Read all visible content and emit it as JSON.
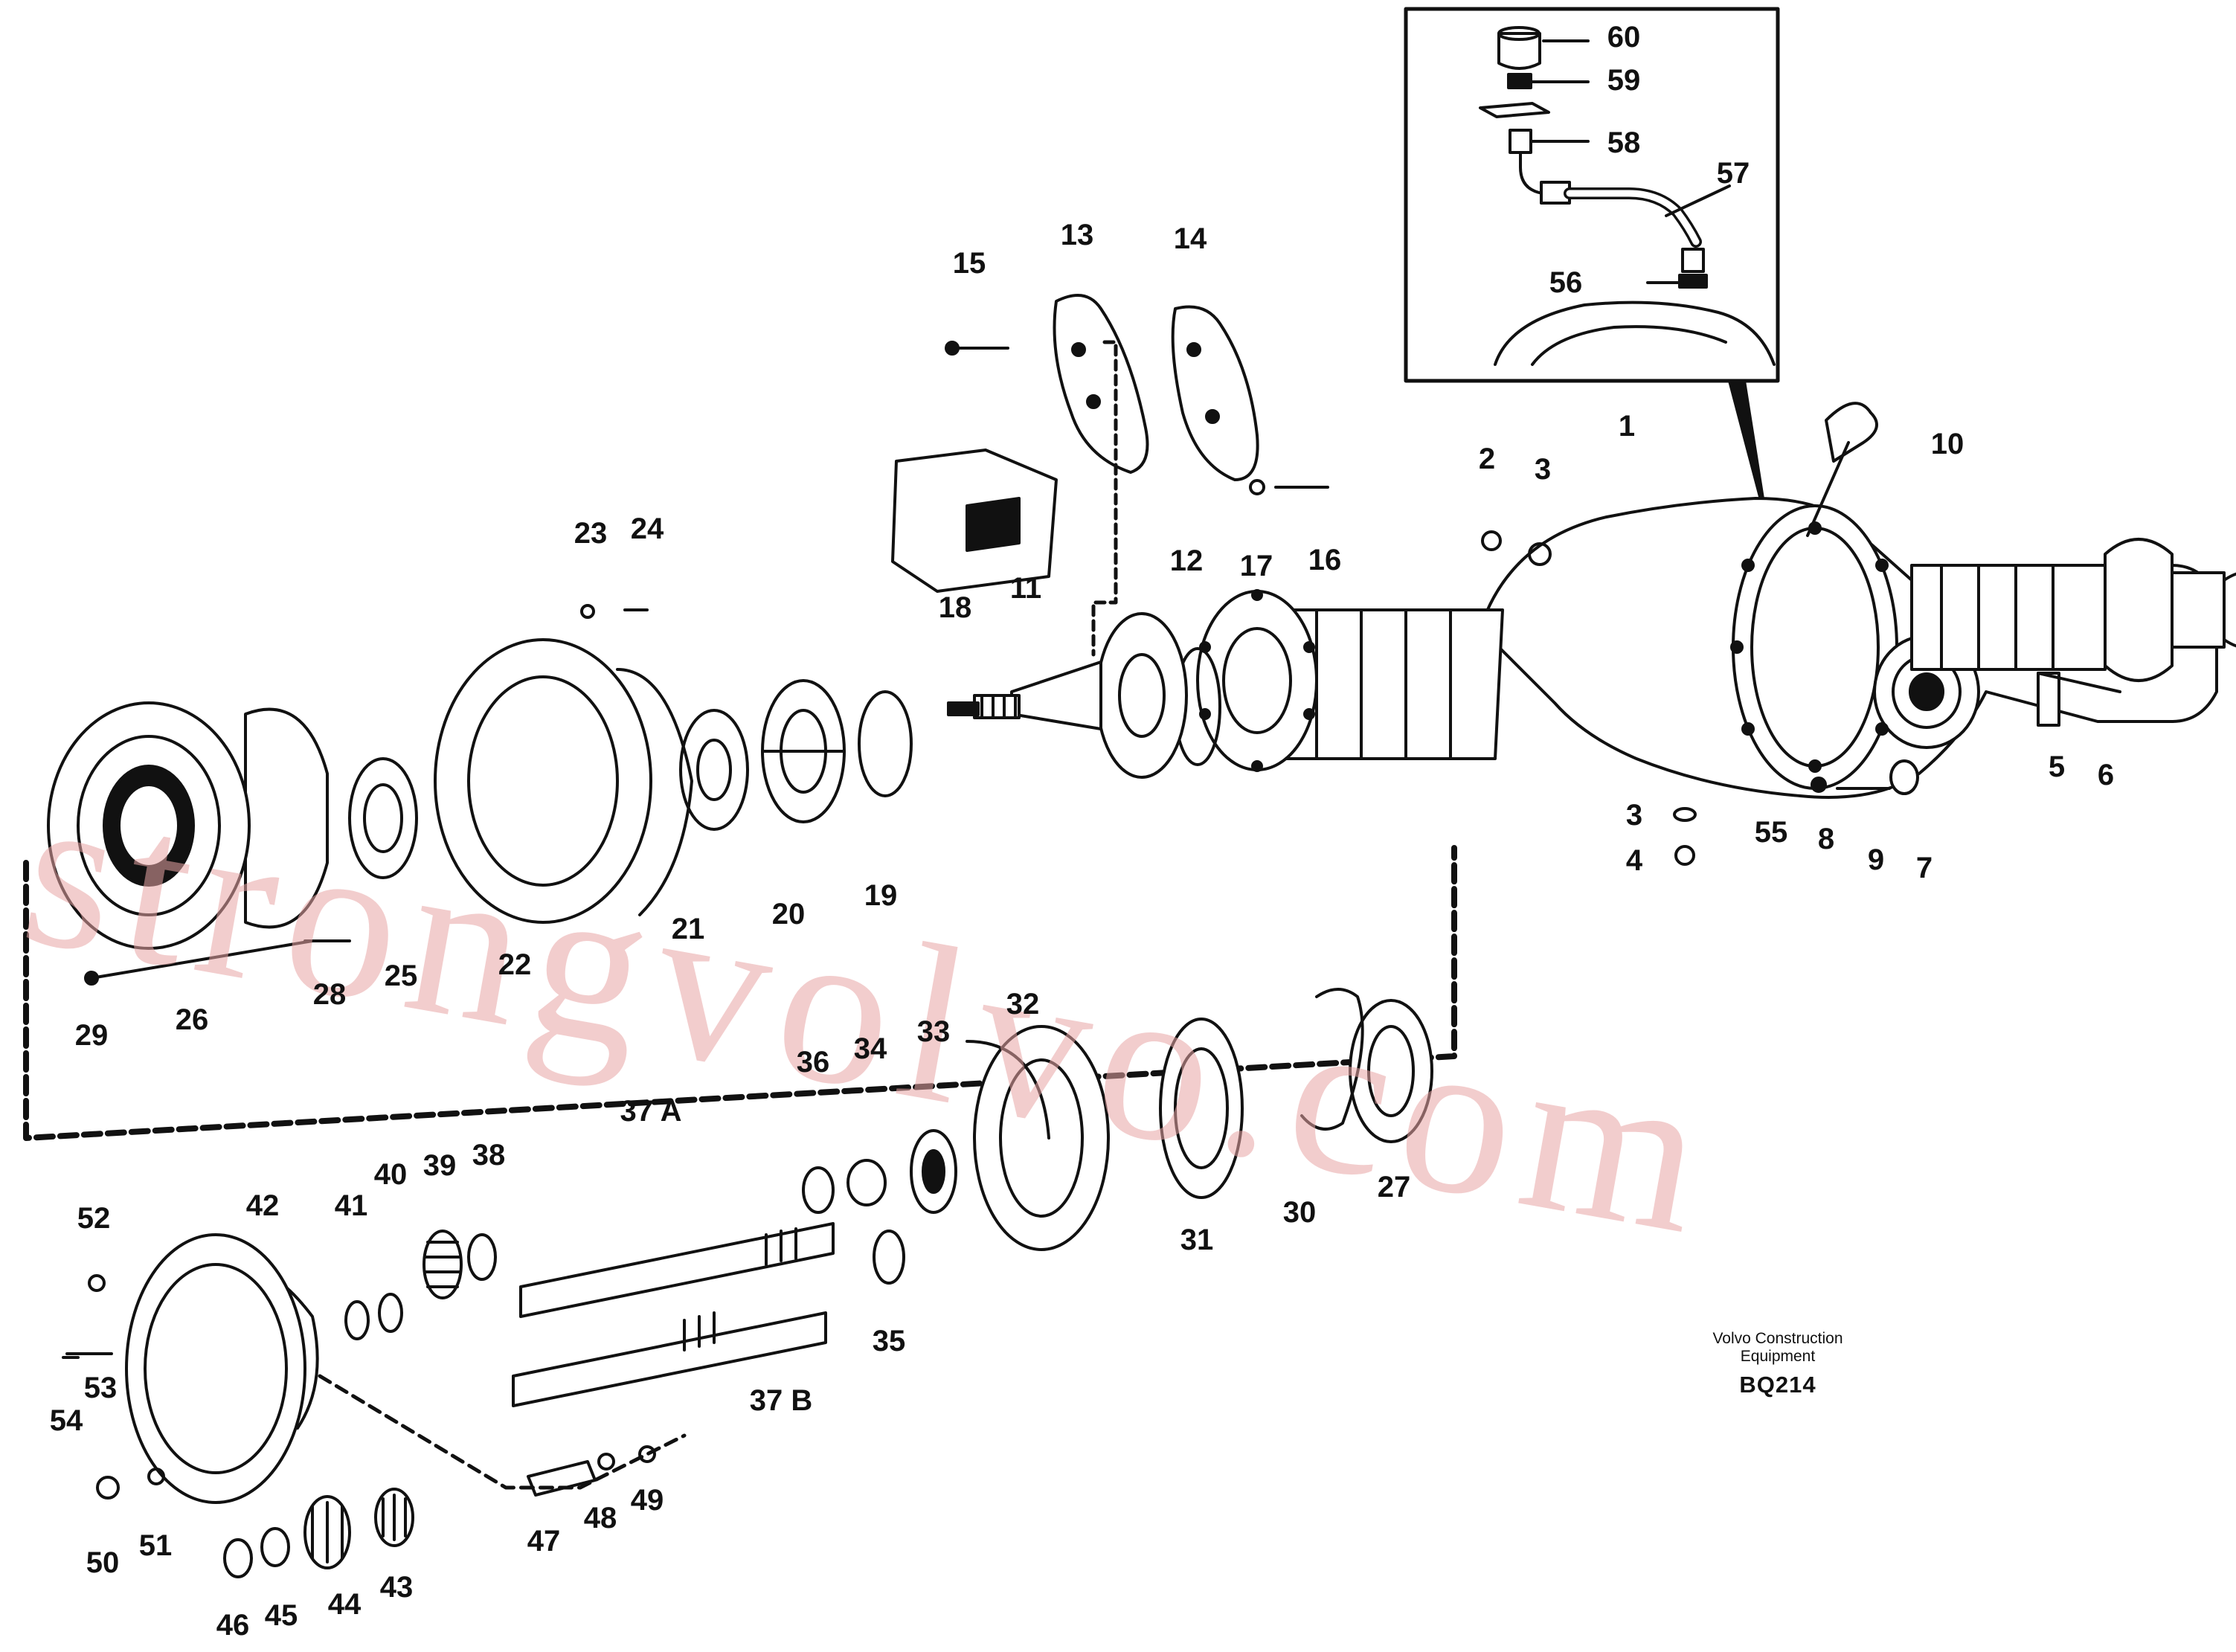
{
  "diagram": {
    "caption": {
      "line1": "Volvo Construction",
      "line2": "Equipment",
      "code": "BQ214"
    },
    "watermark": "strongvolvo.com",
    "callouts": [
      {
        "id": "60",
        "text": "60"
      },
      {
        "id": "59",
        "text": "59"
      },
      {
        "id": "58",
        "text": "58"
      },
      {
        "id": "57",
        "text": "57"
      },
      {
        "id": "56",
        "text": "56"
      },
      {
        "id": "15",
        "text": "15"
      },
      {
        "id": "13",
        "text": "13"
      },
      {
        "id": "14",
        "text": "14"
      },
      {
        "id": "10",
        "text": "10"
      },
      {
        "id": "1",
        "text": "1"
      },
      {
        "id": "2",
        "text": "2"
      },
      {
        "id": "3a",
        "text": "3"
      },
      {
        "id": "23",
        "text": "23"
      },
      {
        "id": "24",
        "text": "24"
      },
      {
        "id": "17",
        "text": "17"
      },
      {
        "id": "16",
        "text": "16"
      },
      {
        "id": "18",
        "text": "18"
      },
      {
        "id": "11",
        "text": "11"
      },
      {
        "id": "12",
        "text": "12"
      },
      {
        "id": "5",
        "text": "5"
      },
      {
        "id": "6",
        "text": "6"
      },
      {
        "id": "3b",
        "text": "3"
      },
      {
        "id": "4",
        "text": "4"
      },
      {
        "id": "55",
        "text": "55"
      },
      {
        "id": "8",
        "text": "8"
      },
      {
        "id": "9",
        "text": "9"
      },
      {
        "id": "7",
        "text": "7"
      },
      {
        "id": "22",
        "text": "22"
      },
      {
        "id": "21",
        "text": "21"
      },
      {
        "id": "20",
        "text": "20"
      },
      {
        "id": "19",
        "text": "19"
      },
      {
        "id": "25",
        "text": "25"
      },
      {
        "id": "26",
        "text": "26"
      },
      {
        "id": "28",
        "text": "28"
      },
      {
        "id": "29",
        "text": "29"
      },
      {
        "id": "32",
        "text": "32"
      },
      {
        "id": "36",
        "text": "36"
      },
      {
        "id": "34",
        "text": "34"
      },
      {
        "id": "33",
        "text": "33"
      },
      {
        "id": "37A",
        "text": "37 A"
      },
      {
        "id": "27",
        "text": "27"
      },
      {
        "id": "30",
        "text": "30"
      },
      {
        "id": "31",
        "text": "31"
      },
      {
        "id": "52",
        "text": "52"
      },
      {
        "id": "42",
        "text": "42"
      },
      {
        "id": "41",
        "text": "41"
      },
      {
        "id": "40",
        "text": "40"
      },
      {
        "id": "39",
        "text": "39"
      },
      {
        "id": "38",
        "text": "38"
      },
      {
        "id": "35",
        "text": "35"
      },
      {
        "id": "37B",
        "text": "37 B"
      },
      {
        "id": "53",
        "text": "53"
      },
      {
        "id": "54",
        "text": "54"
      },
      {
        "id": "50",
        "text": "50"
      },
      {
        "id": "51",
        "text": "51"
      },
      {
        "id": "47",
        "text": "47"
      },
      {
        "id": "48",
        "text": "48"
      },
      {
        "id": "49",
        "text": "49"
      },
      {
        "id": "46",
        "text": "46"
      },
      {
        "id": "45",
        "text": "45"
      },
      {
        "id": "44",
        "text": "44"
      },
      {
        "id": "43",
        "text": "43"
      }
    ]
  }
}
